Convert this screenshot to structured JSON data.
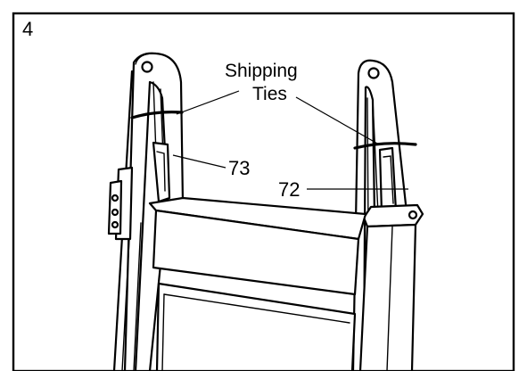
{
  "figure": {
    "step_number": "4",
    "callouts": {
      "shipping_ties_line1": "Shipping",
      "shipping_ties_line2": "Ties"
    },
    "parts": {
      "left_upright": "73",
      "right_upright": "72"
    }
  }
}
